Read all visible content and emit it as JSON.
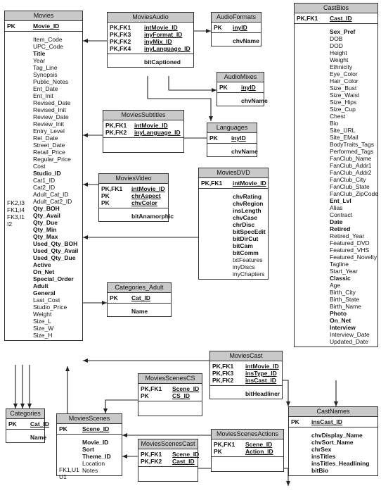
{
  "entities": {
    "movies": {
      "title": "Movies",
      "pk_keys": [
        "PK"
      ],
      "pk_cols": [
        "Movie_ID"
      ],
      "keys": [
        "FK2,I3",
        "FK1,I4",
        "FK3,I1",
        "I2"
      ],
      "cols": [
        [
          "Item_Code",
          0
        ],
        [
          "UPC_Code",
          0
        ],
        [
          "Title",
          1
        ],
        [
          "Year",
          0
        ],
        [
          "Tag_Line",
          0
        ],
        [
          "Synopsis",
          0
        ],
        [
          "Public_Notes",
          0
        ],
        [
          "Ent_Date",
          0
        ],
        [
          "Ent_Init",
          0
        ],
        [
          "Revised_Date",
          0
        ],
        [
          "Revised_Init",
          0
        ],
        [
          "Review_Date",
          0
        ],
        [
          "Review_Init",
          0
        ],
        [
          "Entry_Level",
          0
        ],
        [
          "Rel_Date",
          0
        ],
        [
          "Street_Date",
          0
        ],
        [
          "Retail_Price",
          0
        ],
        [
          "Regular_Price",
          0
        ],
        [
          "Cost",
          0
        ],
        [
          "Studio_ID",
          1
        ],
        [
          "Cat1_ID",
          0
        ],
        [
          "Cat2_ID",
          0
        ],
        [
          "Adult_Cat_ID",
          0
        ],
        [
          "Adult_Cat2_ID",
          0
        ],
        [
          "Qty_BOH",
          1
        ],
        [
          "Qty_Avail",
          1
        ],
        [
          "Qty_Due",
          1
        ],
        [
          "Qty_Min",
          1
        ],
        [
          "Qty_Max",
          1
        ],
        [
          "Used_Qty_BOH",
          1
        ],
        [
          "Used_Qty_Avail",
          1
        ],
        [
          "Used_Qty_Due",
          1
        ],
        [
          "Active",
          1
        ],
        [
          "On_Net",
          1
        ],
        [
          "Special_Order",
          1
        ],
        [
          "Adult",
          1
        ],
        [
          "General",
          1
        ],
        [
          "Last_Cost",
          0
        ],
        [
          "Studio_Price",
          0
        ],
        [
          "Weight",
          0
        ],
        [
          "Size_L",
          0
        ],
        [
          "Size_W",
          0
        ],
        [
          "Size_H",
          0
        ]
      ]
    },
    "moviesaudio": {
      "title": "MoviesAudio",
      "pk_keys": [
        "PK,FK1",
        "PK,FK3",
        "PK,FK2",
        "PK,FK4"
      ],
      "pk_cols": [
        "intMovie_ID",
        "inyFormat_ID",
        "inyMix_ID",
        "inyLanguage_ID"
      ],
      "cols": [
        [
          "bitCaptioned",
          1
        ]
      ]
    },
    "audioformats": {
      "title": "AudioFormats",
      "pk_keys": [
        "PK"
      ],
      "pk_cols": [
        "inyID"
      ],
      "cols": [
        [
          "chvName",
          1
        ]
      ]
    },
    "audiomixes": {
      "title": "AudioMixes",
      "pk_keys": [
        "PK"
      ],
      "pk_cols": [
        "inyID"
      ],
      "cols": [
        [
          "chvName",
          1
        ]
      ]
    },
    "moviessubtitles": {
      "title": "MoviesSubtitles",
      "pk_keys": [
        "PK,FK1",
        "PK,FK2"
      ],
      "pk_cols": [
        "intMovie_ID",
        "inyLanguage_ID"
      ],
      "cols": []
    },
    "languages": {
      "title": "Languages",
      "pk_keys": [
        "PK"
      ],
      "pk_cols": [
        "inyID"
      ],
      "cols": [
        [
          "chvName",
          1
        ]
      ]
    },
    "moviesvideo": {
      "title": "MoviesVideo",
      "pk_keys": [
        "PK,FK1",
        "PK",
        "PK"
      ],
      "pk_cols": [
        "intMovie_ID",
        "chrAspect",
        "chvColor"
      ],
      "cols": [
        [
          "bitAnamorphic",
          1
        ]
      ]
    },
    "moviesdvd": {
      "title": "MoviesDVD",
      "pk_keys": [
        "PK,FK1"
      ],
      "pk_cols": [
        "intMovie_ID"
      ],
      "cols": [
        [
          "chvRating",
          1
        ],
        [
          "chvRegion",
          1
        ],
        [
          "insLength",
          1
        ],
        [
          "chvCase",
          1
        ],
        [
          "chrDisc",
          1
        ],
        [
          "bitSpecEdit",
          1
        ],
        [
          "bitDirCut",
          1
        ],
        [
          "bitCam",
          1
        ],
        [
          "bitComm",
          1
        ],
        [
          "txtFeatures",
          0
        ],
        [
          "inyDiscs",
          0
        ],
        [
          "inyChapters",
          0
        ]
      ]
    },
    "categoriesadult": {
      "title": "Categories_Adult",
      "pk_keys": [
        "PK"
      ],
      "pk_cols": [
        "Cat_ID"
      ],
      "cols": [
        [
          "Name",
          1
        ]
      ]
    },
    "castbios": {
      "title": "CastBios",
      "pk_keys": [
        "PK,FK1"
      ],
      "pk_cols": [
        "Cast_ID"
      ],
      "cols": [
        [
          "Sex_Pref",
          1
        ],
        [
          "DOB",
          0
        ],
        [
          "DOD",
          0
        ],
        [
          "Height",
          0
        ],
        [
          "Weight",
          0
        ],
        [
          "Ethnicity",
          0
        ],
        [
          "Eye_Color",
          0
        ],
        [
          "Hair_Color",
          0
        ],
        [
          "Size_Bust",
          0
        ],
        [
          "Size_Waist",
          0
        ],
        [
          "Size_Hips",
          0
        ],
        [
          "Size_Cup",
          0
        ],
        [
          "Chest",
          0
        ],
        [
          "Bio",
          0
        ],
        [
          "Site_URL",
          0
        ],
        [
          "Site_EMail",
          0
        ],
        [
          "BodyTraits_Tags",
          0
        ],
        [
          "Performed_Tags",
          0
        ],
        [
          "FanClub_Name",
          0
        ],
        [
          "FanClub_Addr1",
          0
        ],
        [
          "FanClub_Addr2",
          0
        ],
        [
          "FanClub_City",
          0
        ],
        [
          "FanClub_State",
          0
        ],
        [
          "FanClub_ZipCode",
          0
        ],
        [
          "Ent_Lvl",
          1
        ],
        [
          "Alias",
          0
        ],
        [
          "Contract",
          0
        ],
        [
          "Date",
          1
        ],
        [
          "Retired",
          1
        ],
        [
          "Retired_Year",
          0
        ],
        [
          "Featured_DVD",
          0
        ],
        [
          "Featured_VHS",
          0
        ],
        [
          "Featured_Novelty",
          0
        ],
        [
          "Tagline",
          0
        ],
        [
          "Start_Year",
          0
        ],
        [
          "Classic",
          1
        ],
        [
          "Age",
          0
        ],
        [
          "Birth_City",
          0
        ],
        [
          "Birth_State",
          0
        ],
        [
          "Birth_Name",
          0
        ],
        [
          "Photo",
          1
        ],
        [
          "On_Net",
          1
        ],
        [
          "Interview",
          1
        ],
        [
          "Interview_Date",
          0
        ],
        [
          "Updated_Date",
          0
        ]
      ]
    },
    "moviescast": {
      "title": "MoviesCast",
      "pk_keys": [
        "PK,FK1",
        "PK,FK3",
        "PK,FK2"
      ],
      "pk_cols": [
        "intMovie_ID",
        "insType_ID",
        "insCast_ID"
      ],
      "cols": [
        [
          "bitHeadliner",
          1
        ]
      ]
    },
    "moviesscenescs": {
      "title": "MoviesScenesCS",
      "pk_keys": [
        "PK,FK1",
        "PK"
      ],
      "pk_cols": [
        "Scene_ID",
        "CS_ID"
      ],
      "cols": []
    },
    "categories": {
      "title": "Categories",
      "pk_keys": [
        "PK"
      ],
      "pk_cols": [
        "Cat_ID"
      ],
      "cols": [
        [
          "Name",
          1
        ]
      ]
    },
    "moviesscenes": {
      "title": "MoviesScenes",
      "pk_keys": [
        "PK"
      ],
      "pk_cols": [
        "Scene_ID"
      ],
      "keys": [
        "FK1,U1",
        "U1"
      ],
      "cols": [
        [
          "Movie_ID",
          1
        ],
        [
          "Sort",
          1
        ],
        [
          "Theme_ID",
          1
        ],
        [
          "Location",
          0
        ],
        [
          "Notes",
          0
        ]
      ]
    },
    "moviesscenescast": {
      "title": "MoviesScenesCast",
      "pk_keys": [
        "PK,FK1",
        "PK,FK2"
      ],
      "pk_cols": [
        "Scene_ID",
        "Cast_ID"
      ],
      "cols": []
    },
    "moviesscenesactions": {
      "title": "MoviesScenesActions",
      "pk_keys": [
        "PK,FK1",
        "PK"
      ],
      "pk_cols": [
        "Scene_ID",
        "Action_ID"
      ],
      "cols": []
    },
    "castnames": {
      "title": "CastNames",
      "pk_keys": [
        "PK"
      ],
      "pk_cols": [
        "insCast_ID"
      ],
      "cols": [
        [
          "chvDisplay_Name",
          1
        ],
        [
          "chvSort_Name",
          1
        ],
        [
          "chrSex",
          1
        ],
        [
          "insTitles",
          1
        ],
        [
          "insTitles_Headlining",
          1
        ],
        [
          "bitBio",
          1
        ]
      ]
    }
  }
}
